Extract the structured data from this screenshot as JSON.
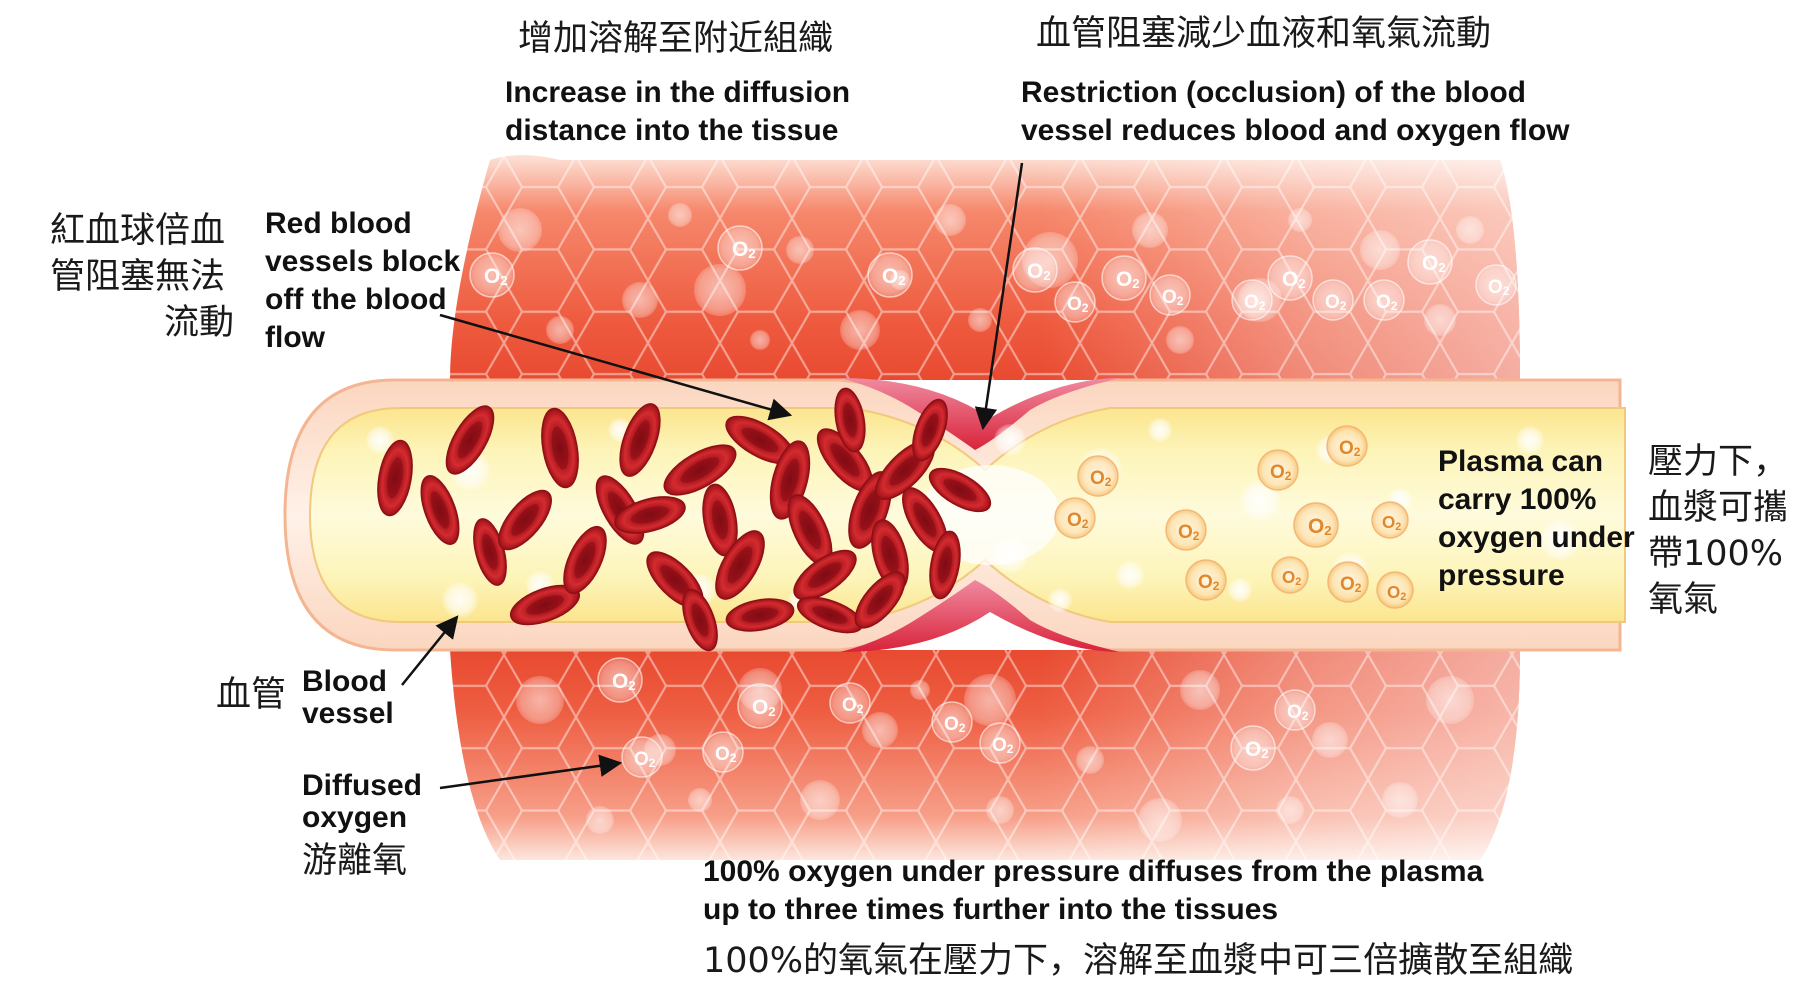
{
  "labels": {
    "diffusion_zh": "增加溶解至附近組織",
    "diffusion_en_1": "Increase in the diffusion",
    "diffusion_en_2": "distance into the tissue",
    "restriction_zh": "血管阻塞減少血液和氧氣流動",
    "restriction_en_1": "Restriction (occlusion) of the blood",
    "restriction_en_2": "vessel reduces blood and oxygen flow",
    "rbc_zh_1": "紅血球倍血",
    "rbc_zh_2": "管阻塞無法",
    "rbc_zh_3": "流動",
    "rbc_en_1": "Red blood",
    "rbc_en_2": "vessels block",
    "rbc_en_3": "off the blood",
    "rbc_en_4": "flow",
    "vessel_zh": "血管",
    "vessel_en_1": "Blood",
    "vessel_en_2": "vessel",
    "diffused_en_1": "Diffused",
    "diffused_en_2": "oxygen",
    "diffused_zh": "游離氧",
    "plasma_en_1": "Plasma can",
    "plasma_en_2": "carry 100%",
    "plasma_en_3": "oxygen under",
    "plasma_en_4": "pressure",
    "plasma_zh_1": "壓力下，",
    "plasma_zh_2": "血漿可攜",
    "plasma_zh_3": "帶100%",
    "plasma_zh_4": "氧氣",
    "bottom_en_1": "100% oxygen under pressure diffuses from the plasma",
    "bottom_en_2": "up to three times further into the tissues",
    "bottom_zh": "100%的氧氣在壓力下，溶解至血漿中可三倍擴散至組織"
  },
  "o2_label": "O2",
  "o2_symbol": "O",
  "o2_subscript": "2",
  "colors": {
    "tissue_dark": "#e8432b",
    "tissue_light": "#f7a08a",
    "tissue_pale": "#fbd3c4",
    "vessel_wall": "#f7c7a8",
    "plasma": "#fdf5b8",
    "plasma_edge": "#f7d778",
    "rbc": "#c8202a",
    "rbc_dark": "#8e0f16",
    "o2_text": "#ffffff",
    "o2_text_plasma": "#e2882c"
  }
}
